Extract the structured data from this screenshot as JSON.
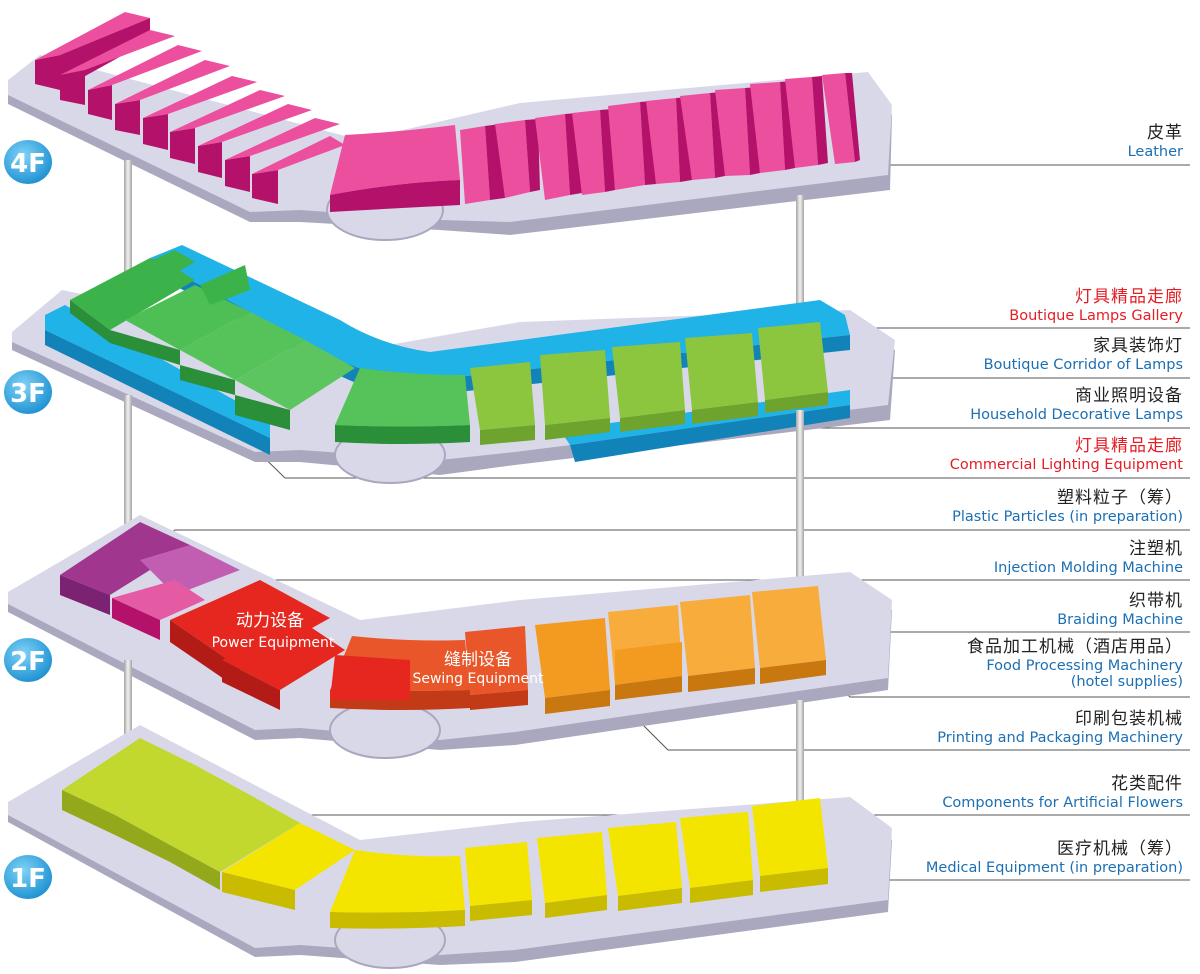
{
  "floors": [
    {
      "label": "4F",
      "color": "#e0157f"
    },
    {
      "label": "3F",
      "color": "#1b8fd0"
    },
    {
      "label": "2F",
      "color": "#e5271f"
    },
    {
      "label": "1F",
      "color": "#c2d400"
    }
  ],
  "in_map_labels": {
    "power": {
      "cn": "动力设备",
      "en": "Power Equipment"
    },
    "sewing": {
      "cn": "缝制设备",
      "en": "Sewing Equipment"
    }
  },
  "legend": [
    {
      "cn": "皮革",
      "en": "Leather",
      "color": "#1c6fb3"
    },
    {
      "cn": "灯具精品走廊",
      "en": "Boutique Lamps Gallery",
      "color": "#e51d24"
    },
    {
      "cn": "家具装饰灯",
      "en": "Boutique Corridor of Lamps",
      "color": "#1c6fb3"
    },
    {
      "cn": "商业照明设备",
      "en": "Household Decorative Lamps",
      "color": "#1c6fb3"
    },
    {
      "cn": "灯具精品走廊",
      "en": "Commercial Lighting Equipment",
      "color": "#e51d24"
    },
    {
      "cn": "塑料粒子（筹）",
      "en": "Plastic Particles (in preparation)",
      "color": "#1c6fb3"
    },
    {
      "cn": "注塑机",
      "en": "Injection Molding Machine",
      "color": "#1c6fb3"
    },
    {
      "cn": "织带机",
      "en": "Braiding Machine",
      "color": "#1c6fb3"
    },
    {
      "cn": "食品加工机械（酒店用品）",
      "en": "Food Processing Machinery",
      "en2": "(hotel supplies)",
      "color": "#1c6fb3"
    },
    {
      "cn": "印刷包装机械",
      "en": "Printing and Packaging Machinery",
      "color": "#1c6fb3"
    },
    {
      "cn": "花类配件",
      "en": "Components for Artificial Flowers",
      "color": "#1c6fb3"
    },
    {
      "cn": "医疗机械（筹）",
      "en": "Medical Equipment (in preparation)",
      "color": "#1c6fb3"
    }
  ],
  "colors": {
    "platform": "#d9d8e8",
    "platform_edge": "#a9a8bf",
    "leather": "#ec4f9d",
    "leather_dark": "#b4126a",
    "corridor": "#1fb3e8",
    "corridor_dark": "#1183b8",
    "lamps_green": "#3bb24a",
    "lamps_light": "#8cc63f",
    "purple": "#a1368f",
    "pink": "#e45ba4",
    "red": "#e5271f",
    "orange_red": "#e8562a",
    "orange": "#f39a21",
    "lime": "#c2d82e",
    "yellow": "#f4e500"
  }
}
